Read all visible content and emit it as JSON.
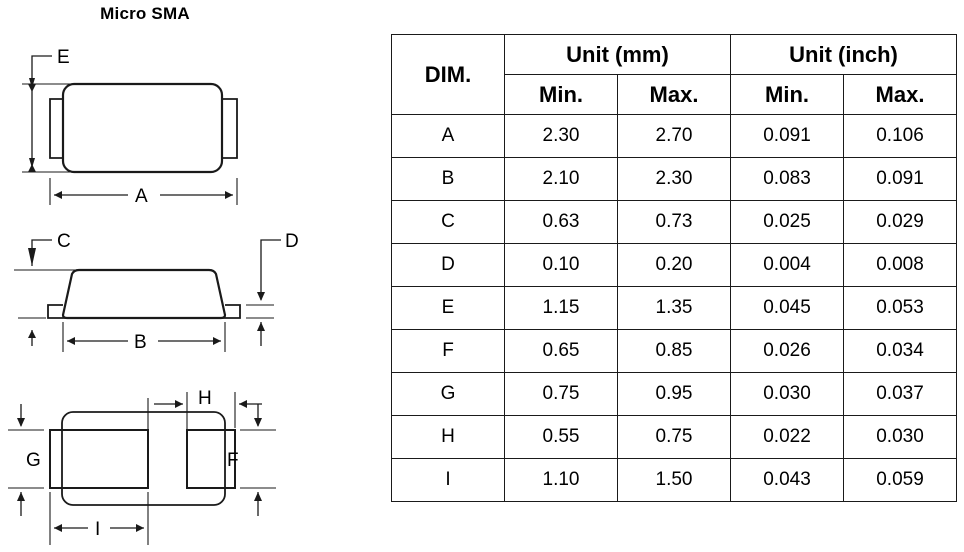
{
  "title": "Micro SMA",
  "table": {
    "corner_label": "DIM.",
    "unit_groups": [
      {
        "label": "Unit (mm)",
        "sub": [
          "Min.",
          "Max."
        ]
      },
      {
        "label": "Unit (inch)",
        "sub": [
          "Min.",
          "Max."
        ]
      }
    ],
    "columns": [
      "DIM.",
      "Min.",
      "Max.",
      "Min.",
      "Max."
    ],
    "rows": [
      {
        "dim": "A",
        "mm_min": "2.30",
        "mm_max": "2.70",
        "in_min": "0.091",
        "in_max": "0.106"
      },
      {
        "dim": "B",
        "mm_min": "2.10",
        "mm_max": "2.30",
        "in_min": "0.083",
        "in_max": "0.091"
      },
      {
        "dim": "C",
        "mm_min": "0.63",
        "mm_max": "0.73",
        "in_min": "0.025",
        "in_max": "0.029"
      },
      {
        "dim": "D",
        "mm_min": "0.10",
        "mm_max": "0.20",
        "in_min": "0.004",
        "in_max": "0.008"
      },
      {
        "dim": "E",
        "mm_min": "1.15",
        "mm_max": "1.35",
        "in_min": "0.045",
        "in_max": "0.053"
      },
      {
        "dim": "F",
        "mm_min": "0.65",
        "mm_max": "0.85",
        "in_min": "0.026",
        "in_max": "0.034"
      },
      {
        "dim": "G",
        "mm_min": "0.75",
        "mm_max": "0.95",
        "in_min": "0.030",
        "in_max": "0.037"
      },
      {
        "dim": "H",
        "mm_min": "0.55",
        "mm_max": "0.75",
        "in_min": "0.022",
        "in_max": "0.030"
      },
      {
        "dim": "I",
        "mm_min": "1.10",
        "mm_max": "1.50",
        "in_min": "0.043",
        "in_max": "0.059"
      }
    ]
  },
  "drawing": {
    "top_view": {
      "labels": {
        "height": "E",
        "width": "A"
      }
    },
    "side_view": {
      "labels": {
        "height": "C",
        "lead_thickness": "D",
        "width": "B"
      }
    },
    "bottom_view": {
      "labels": {
        "pad_height": "G",
        "pad2_height": "F",
        "gap": "H",
        "pad_width": "I"
      }
    }
  },
  "colors": {
    "line": "#1a1a1a",
    "text": "#000000",
    "background": "#ffffff"
  }
}
